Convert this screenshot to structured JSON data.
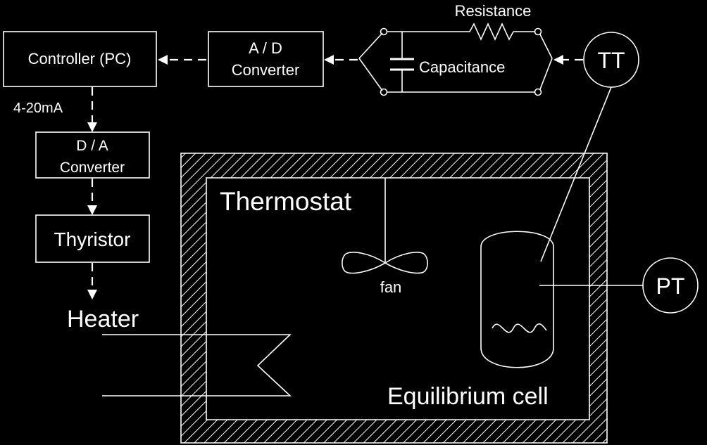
{
  "colors": {
    "background": "#000000",
    "foreground": "#ffffff"
  },
  "labels": {
    "resistance": "Resistance",
    "capacitance": "Capacitance",
    "controller": "Controller (PC)",
    "ad_line1": "A / D",
    "ad_line2": "Converter",
    "current_signal": "4-20mA",
    "da_line1": "D / A",
    "da_line2": "Converter",
    "thyristor": "Thyristor",
    "heater": "Heater",
    "thermostat": "Thermostat",
    "fan": "fan",
    "equilibrium_cell": "Equilibrium cell",
    "temperature_transmitter": "TT",
    "pressure_transmitter": "PT"
  }
}
